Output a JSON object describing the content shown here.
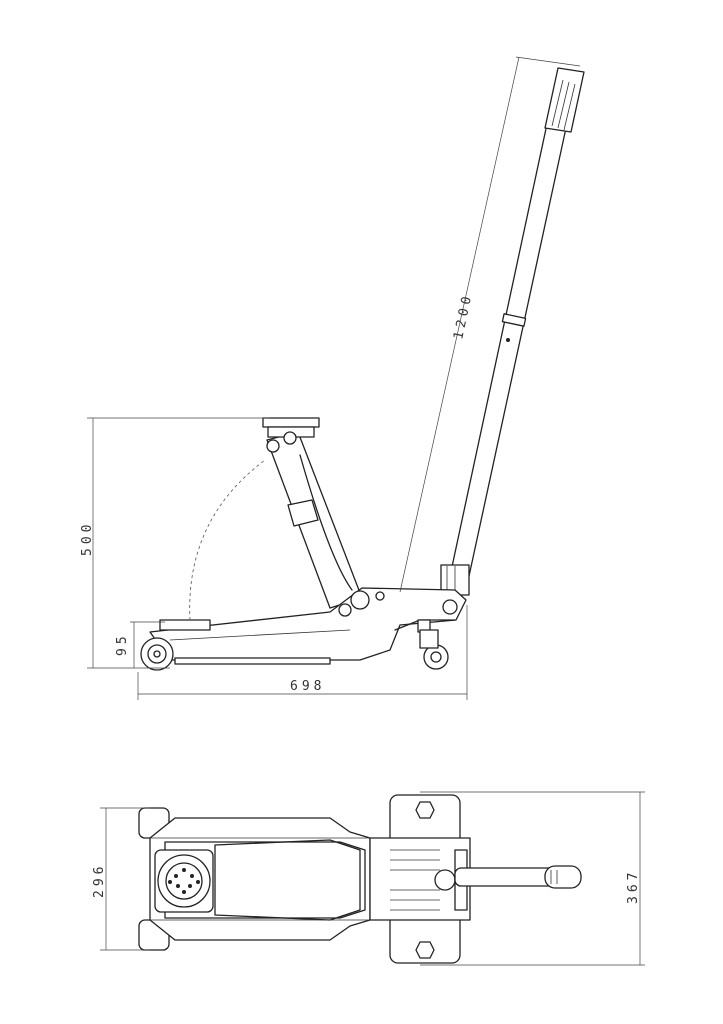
{
  "dimensions": {
    "handle_length": "1200",
    "lift_height": "500",
    "min_height": "95",
    "side_length": "698",
    "body_width": "296",
    "overall_width": "367"
  },
  "colors": {
    "line": "#222222",
    "background": "#ffffff"
  }
}
